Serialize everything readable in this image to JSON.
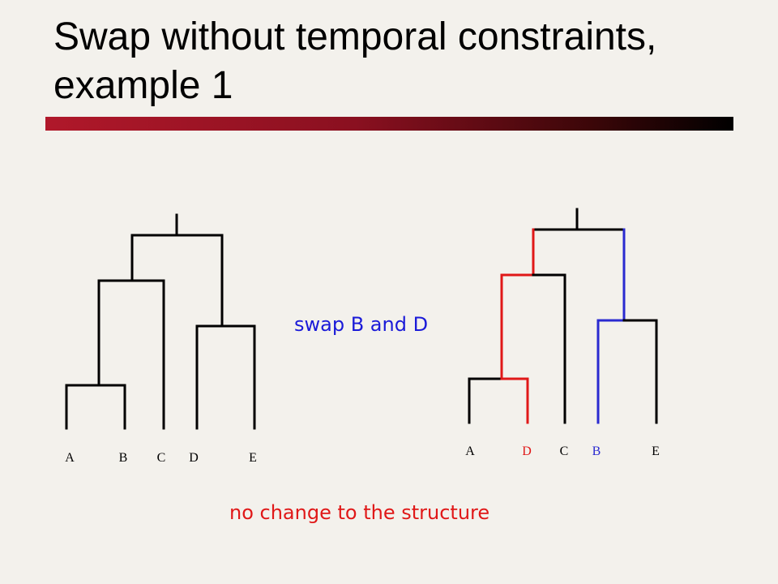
{
  "slide": {
    "title_line1": "Swap without temporal constraints,",
    "title_line2": "example 1"
  },
  "captions": {
    "swap": "swap B and D",
    "structure": "no change to the structure"
  },
  "trees": {
    "left": {
      "leaves": [
        "A",
        "B",
        "C",
        "D",
        "E"
      ]
    },
    "right": {
      "leaves": [
        "A",
        "D",
        "C",
        "B",
        "E"
      ]
    }
  },
  "colors": {
    "title_bar_start": "#b0182a",
    "title_bar_end": "#000000",
    "highlight_red": "#e01818",
    "highlight_blue": "#2a2ad0",
    "swap_text": "#1a1ad8",
    "branch": "#000000"
  }
}
